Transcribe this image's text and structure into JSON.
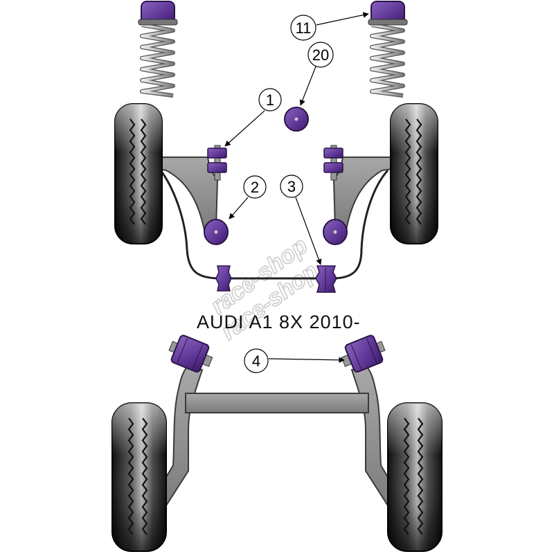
{
  "title": "AUDI A1 8X 2010-",
  "watermark": "race-shop",
  "colors": {
    "bush": "#6a3fa0",
    "bush_dark": "#3e1f6b",
    "bush_light": "#9a75c8",
    "metal": "#909090",
    "metal_dark": "#5a5a5a",
    "tyre": "#1c1c1c",
    "tyre_mid": "#6e6e6e",
    "tyre_light": "#d0d0d0",
    "spring": "#d8d8d8"
  },
  "callouts": [
    {
      "id": "1",
      "label": "1"
    },
    {
      "id": "2",
      "label": "2"
    },
    {
      "id": "3",
      "label": "3"
    },
    {
      "id": "4",
      "label": "4"
    },
    {
      "id": "11",
      "label": "11"
    },
    {
      "id": "20",
      "label": "20"
    }
  ]
}
